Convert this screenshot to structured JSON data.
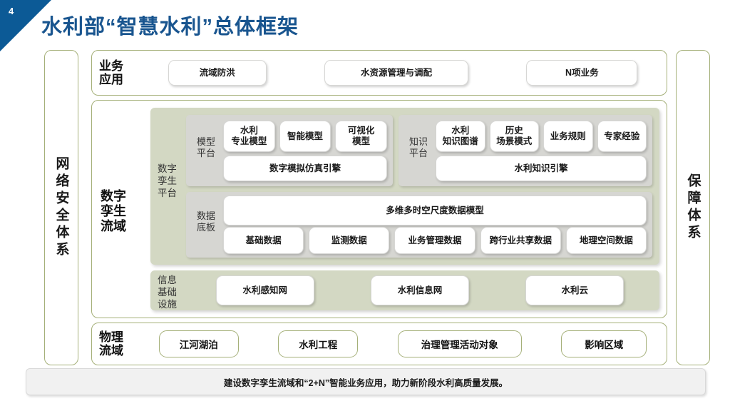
{
  "slide": {
    "page_number": "4",
    "title": "水利部“智慧水利”总体框架",
    "title_color": "#19558f",
    "corner_color": "#0c5a96",
    "accent_border": "#a5b079",
    "platform_fill": "#d3d8c3",
    "panel_fill": "#d6d6d2"
  },
  "pillars": {
    "left_label": "网络安全体系",
    "right_label": "保障体系"
  },
  "business": {
    "label": "业务\n应用",
    "label_line1": "业务",
    "label_line2": "应用",
    "items": [
      {
        "label": "流域防洪"
      },
      {
        "label": "水资源管理与调配"
      },
      {
        "label": "N项业务"
      }
    ]
  },
  "digital_twin": {
    "label_line1": "数字",
    "label_line2": "孪生",
    "label_line3": "流域",
    "platform": {
      "label_line1": "数字",
      "label_line2": "孪生",
      "label_line3": "平台",
      "model_platform": {
        "label_line1": "模型",
        "label_line2": "平台",
        "top_items": [
          {
            "label_line1": "水利",
            "label_line2": "专业模型"
          },
          {
            "label_line1": "智能模型",
            "label_line2": ""
          },
          {
            "label_line1": "可视化",
            "label_line2": "模型"
          }
        ],
        "engine": "数字模拟仿真引擎"
      },
      "knowledge_platform": {
        "label_line1": "知识",
        "label_line2": "平台",
        "top_items": [
          {
            "label_line1": "水利",
            "label_line2": "知识图谱"
          },
          {
            "label_line1": "历史",
            "label_line2": "场景模式"
          },
          {
            "label_line1": "业务规则",
            "label_line2": ""
          },
          {
            "label_line1": "专家经验",
            "label_line2": ""
          }
        ],
        "engine": "水利知识引擎"
      },
      "data_board": {
        "label_line1": "数据",
        "label_line2": "底板",
        "model": "多维多时空尺度数据模型",
        "items": [
          {
            "label": "基础数据"
          },
          {
            "label": "监测数据"
          },
          {
            "label": "业务管理数据"
          },
          {
            "label": "跨行业共享数据"
          },
          {
            "label": "地理空间数据"
          }
        ]
      }
    },
    "infrastructure": {
      "label_line1": "信息",
      "label_line2": "基础",
      "label_line3": "设施",
      "items": [
        {
          "label": "水利感知网"
        },
        {
          "label": "水利信息网"
        },
        {
          "label": "水利云"
        }
      ]
    }
  },
  "physical": {
    "label_line1": "物理",
    "label_line2": "流域",
    "items": [
      {
        "label": "江河湖泊"
      },
      {
        "label": "水利工程"
      },
      {
        "label": "治理管理活动对象"
      },
      {
        "label": "影响区域"
      }
    ]
  },
  "caption": {
    "text": "建设数字孪生流域和“2+N”智能业务应用，助力新阶段水利高质量发展。"
  }
}
